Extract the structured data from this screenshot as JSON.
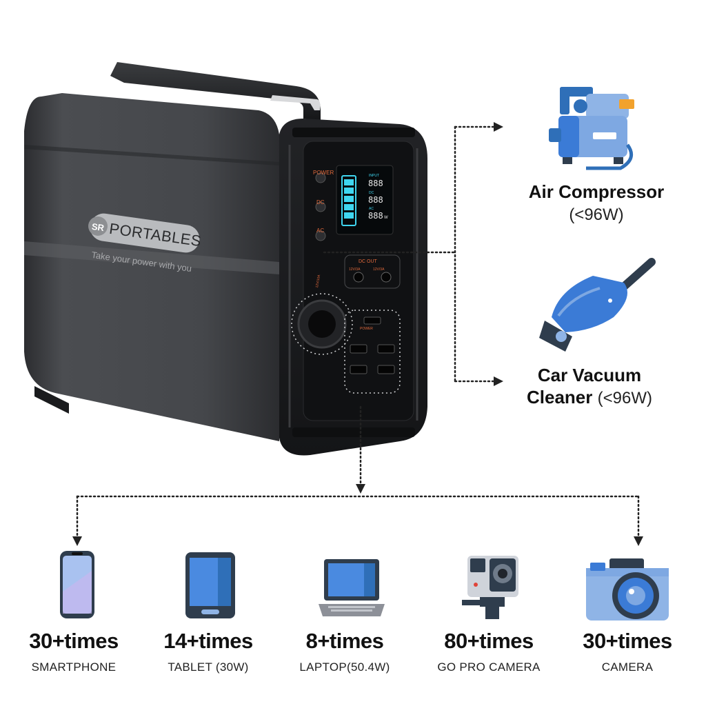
{
  "product": {
    "brand": "PORTABLES",
    "brand_mark": "SR",
    "tagline": "Take your power with you",
    "panel": {
      "power_label": "POWER",
      "dc_label": "DC",
      "ac_label": "AC",
      "dc_out_label": "DC OUT",
      "dc_out_left": "12V/3A",
      "dc_out_right": "12V/3A",
      "car_label": "12V/10A",
      "usb_power_label": "POWER",
      "display_input": "INPUT",
      "display_dc": "DC",
      "display_ac": "AC",
      "display_digits": "888",
      "display_unit": "W"
    }
  },
  "side_devices": [
    {
      "name": "Air Compressor",
      "spec": "(<96W)"
    },
    {
      "name_line1": "Car Vacuum",
      "name_line2": "Cleaner",
      "spec": "(<96W)"
    }
  ],
  "devices": [
    {
      "count": "30+times",
      "name": "SMARTPHONE"
    },
    {
      "count": "14+times",
      "name": "TABLET (30W)"
    },
    {
      "count": "8+times",
      "name": "LAPTOP(50.4W)"
    },
    {
      "count": "80+times",
      "name": "GO PRO CAMERA"
    },
    {
      "count": "30+times",
      "name": "CAMERA"
    }
  ],
  "colors": {
    "device_blue": "#3b7bd6",
    "device_dark": "#2f3d4d",
    "station_body": "#3a3c3f",
    "station_face": "#1b1c1e"
  }
}
